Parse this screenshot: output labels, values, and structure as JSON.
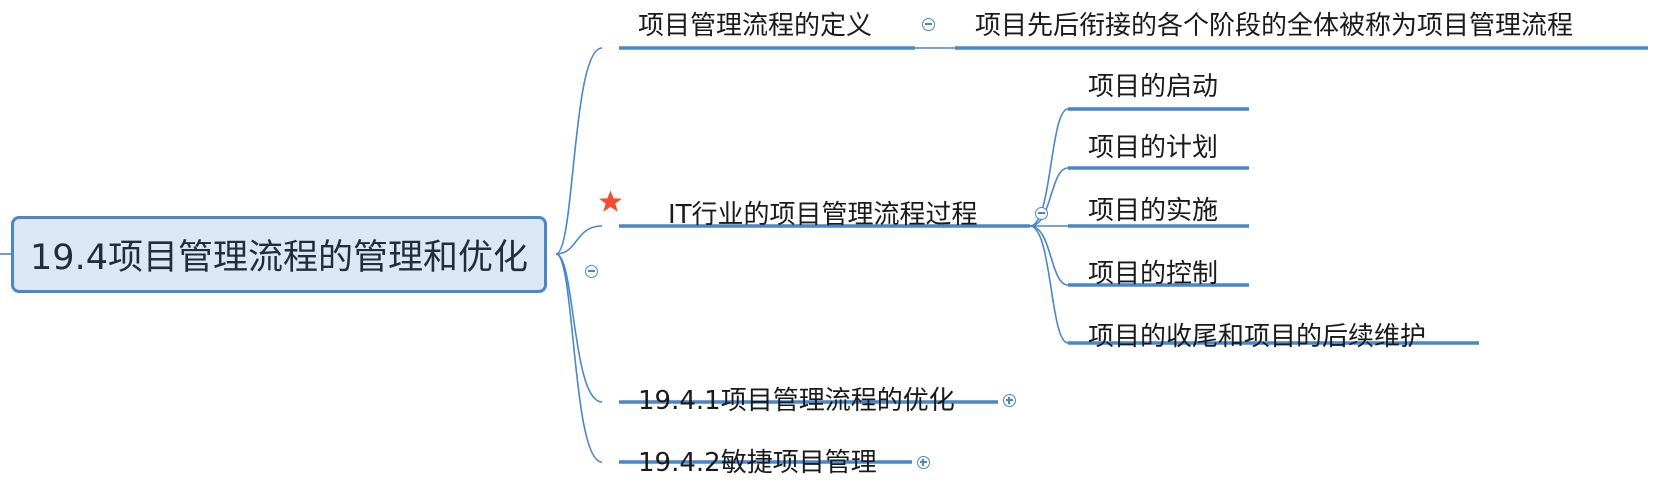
{
  "mindmap": {
    "root": {
      "label": "19.4项目管理流程的管理和优化",
      "toggle": "collapse"
    },
    "branches": [
      {
        "label": "项目管理流程的定义",
        "toggle": "collapse",
        "children": [
          {
            "label": "项目先后衔接的各个阶段的全体被称为项目管理流程"
          }
        ]
      },
      {
        "label": "IT行业的项目管理流程过程",
        "marker": "star-icon",
        "toggle": "collapse",
        "children": [
          {
            "label": "项目的启动"
          },
          {
            "label": "项目的计划"
          },
          {
            "label": "项目的实施"
          },
          {
            "label": "项目的控制"
          },
          {
            "label": "项目的收尾和项目的后续维护"
          }
        ]
      },
      {
        "label": "19.4.1项目管理流程的优化",
        "toggle": "expand"
      },
      {
        "label": "19.4.2敏捷项目管理",
        "toggle": "expand"
      }
    ]
  },
  "colors": {
    "connector": "#4a86c8",
    "root_fill": "#dae7f5",
    "root_border": "#4a86c8",
    "star": "#f04e30"
  }
}
